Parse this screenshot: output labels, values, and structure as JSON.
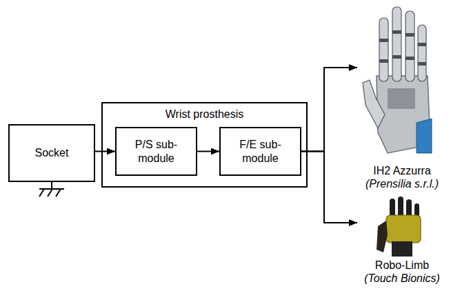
{
  "diagram": {
    "nodes": [
      {
        "text": [
          "Socket"
        ]
      },
      {
        "text": [
          "Wrist prosthesis"
        ]
      },
      {
        "text": [
          "P/S sub-module"
        ],
        "in": 1
      },
      {
        "text": [
          "F/E sub-module"
        ],
        "in": 1
      },
      {
        "text": [
          "IH2 Azzurra",
          "(Prensilia s.r.l.)"
        ]
      },
      {
        "text": [
          "Robo-Limb",
          "(Touch Bionics)"
        ]
      }
    ],
    "edges": [
      {
        "from": 0,
        "to": 2,
        "arrow": "to"
      },
      {
        "from": 2,
        "to": 3,
        "arrow": "to"
      },
      {
        "from": 3,
        "to": 4,
        "arrow": "to"
      },
      {
        "from": 3,
        "to": 5,
        "arrow": "to"
      }
    ]
  }
}
